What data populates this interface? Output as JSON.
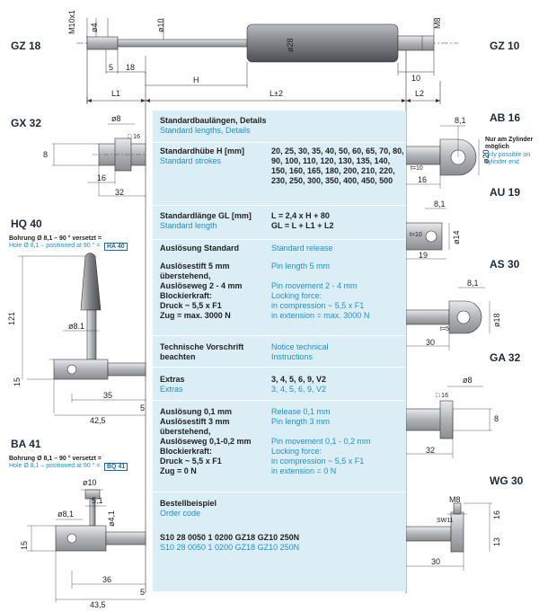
{
  "codes": {
    "gz18": "GZ 18",
    "gz10": "GZ 10",
    "gx32": "GX 32",
    "ab16": "AB 16",
    "au19": "AU 19",
    "hq40": "HQ 40",
    "as30": "AS 30",
    "ga32": "GA 32",
    "ba41": "BA 41",
    "wg30": "WG 30"
  },
  "top_dims": {
    "m10x1": "M10x1",
    "d4": "ø4",
    "d10": "ø10",
    "d28": "ø28",
    "m8": "M8",
    "five": "5",
    "eighteen": "18",
    "h": "H",
    "ten": "10",
    "l1": "L1",
    "l2": "L±2",
    "l2b": "L2"
  },
  "gx32_dims": {
    "d8": "ø8",
    "sq16": "□ 16",
    "eight": "8",
    "sixteen": "16",
    "thirtytwo": "32"
  },
  "ab16_dims": {
    "w": "8,1",
    "d20": "ø20",
    "t": "t=10",
    "sixteen": "16"
  },
  "ab16_note": {
    "de": "Nur am Zylinder möglich",
    "en": "only possible on cylinder end"
  },
  "au19_dims": {
    "w": "8,1",
    "d14": "ø14",
    "t": "t=10",
    "nineteen": "19"
  },
  "as30_dims": {
    "w": "8,1",
    "d18": "ø18",
    "t": "t=5",
    "thirty": "30"
  },
  "ga32_dims": {
    "d8": "ø8",
    "sq16": "□ 16",
    "eight": "8",
    "thirtytwo": "32"
  },
  "wg30_dims": {
    "m8": "M8",
    "sixteen": "16",
    "sw": "SW11",
    "thirteen": "13",
    "thirty": "30"
  },
  "hq40_note": {
    "de": "Bohrung Ø 8,1 – 90 ° versetzt =",
    "en": "Hole Ø 8,1 – positioned at 90 ° =",
    "code": "HA 40"
  },
  "hq40_dims": {
    "h121": "121",
    "d81": "ø8.1",
    "fifteen": "15",
    "thirtyfive": "35",
    "five": "5",
    "fortytwo": "42,5"
  },
  "ba41_note": {
    "de": "Bohrung Ø 8,1 – 90 ° versetzt =",
    "en": "Hole Ø 8,1 – positioned at 90 ° =",
    "code": "BQ 41"
  },
  "ba41_dims": {
    "d10": "ø10",
    "w51": "5,1",
    "d81": "ø8,1",
    "d41": "ø4,1",
    "fifteen": "15",
    "thirtysix": "36",
    "five": "5",
    "fortythree": "43,5"
  },
  "panel": {
    "r1_de": "Standardbaulängen, Details",
    "r1_en": "Standard lengths, Details",
    "r2_de": "Standardhübe H [mm]",
    "r2_en": "Standard strokes",
    "r2_vals": "20, 25, 30, 35, 40, 50, 60, 65, 70, 80, 90, 100, 110, 120, 130, 135, 140, 150, 160, 165, 180, 200, 210, 220, 230, 250, 300, 350, 400, 450, 500",
    "r3_de": "Standardlänge GL [mm]",
    "r3_en": "Standard length",
    "r3_v1": "L = 2,4 x H + 80",
    "r3_v2": "GL = L + L1 + L2",
    "r4_de": "Auslösung Standard",
    "r4_en": "Standard release",
    "r5_de1": "Auslösestift 5 mm",
    "r5_en1": "Pin length 5 mm",
    "r5_de2": "überstehend,",
    "r5_de3": "Auslöseweg 2 - 4 mm",
    "r5_en3": "Pin movement 2 - 4 mm",
    "r5_de4": "Blockierkraft:",
    "r5_en4": "Locking force:",
    "r5_de5": "Druck ~ 5,5 x F1",
    "r5_en5": "in compression ~ 5,5 x F1",
    "r5_de6": "Zug = max. 3000 N",
    "r5_en6": "in extension = max. 3000 N",
    "r6_de1": "Technische Vorschrift",
    "r6_de2": "beachten",
    "r6_en1": "Notice technical",
    "r6_en2": "Instructions",
    "r7_de": "Extras",
    "r7_en": "Extras",
    "r7_v": "3, 4, 5, 6, 9, V2",
    "r7_ven": "3, 4, 5, 6, 9, V2",
    "r8_de1": "Auslösung 0,1 mm",
    "r8_en1": "Release 0,1 mm",
    "r8_de2": "Auslösestift 3 mm",
    "r8_en2": "Pin length 3 mm",
    "r8_de3": "überstehend,",
    "r8_de4": "Auslöseweg 0,1-0,2 mm",
    "r8_en4": "Pin movement 0,1 - 0,2 mm",
    "r8_de5": "Blockierkraft:",
    "r8_en5": "Locking force:",
    "r8_de6": "Druck ~ 5,5 x F1",
    "r8_en6": "in compression ~ 5,5 x F1",
    "r8_de7": "Zug = 0 N",
    "r8_en7": "in extension = 0 N",
    "r9_de": "Bestellbeispiel",
    "r9_en": "Order code",
    "r9_code": "S10 28 0050 1 0200 GZ18 GZ10 250N",
    "r9_code_en": "S10 28 0050 1 0200 GZ18 GZ10 250N"
  }
}
